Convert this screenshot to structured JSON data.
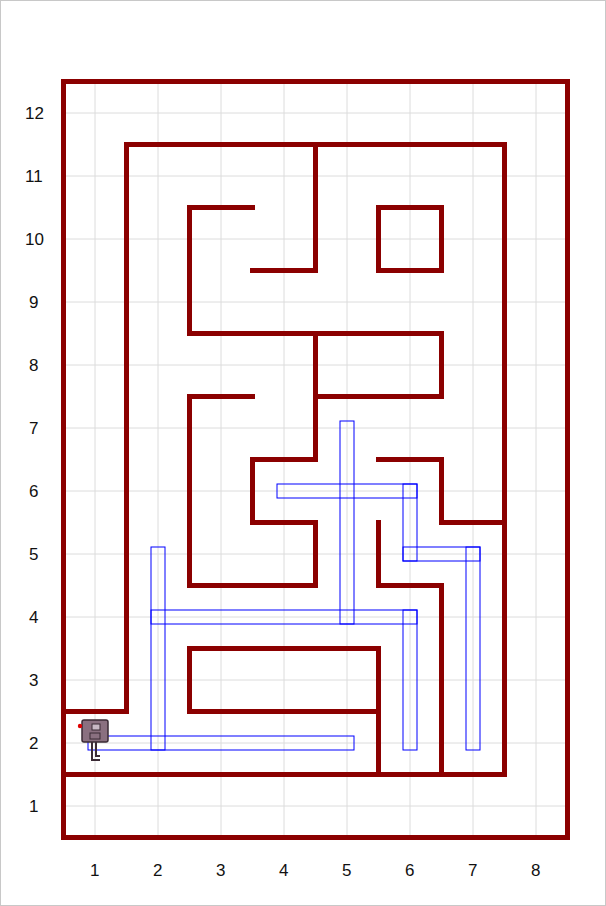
{
  "diagram": {
    "labels": [
      "12",
      "11",
      "10",
      "9",
      "8",
      "7",
      "6",
      "5",
      "4",
      "3",
      "2",
      "1",
      "1",
      "2",
      "3",
      "4",
      "5",
      "6",
      "7",
      "8"
    ]
  }
}
